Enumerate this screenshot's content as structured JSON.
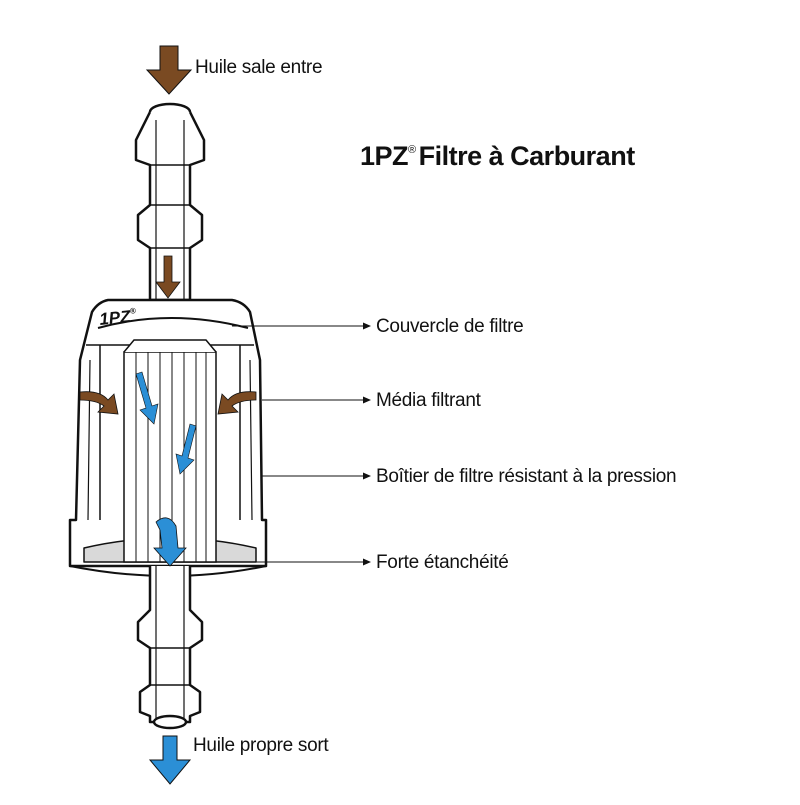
{
  "title": {
    "brand": "1PZ",
    "mark": "®",
    "text": "Filtre à Carburant"
  },
  "logo": {
    "text": "1PZ",
    "mark": "®"
  },
  "labels": {
    "inlet": "Huile sale entre",
    "outlet": "Huile propre sort",
    "cover": "Couvercle de filtre",
    "media": "Média filtrant",
    "housing": "Boîtier de filtre résistant à la pression",
    "seal": "Forte étanchéité"
  },
  "colors": {
    "dirty_oil": "#7a4a22",
    "clean_oil": "#2b8fd6",
    "outline": "#111111",
    "body_fill": "#ffffff",
    "seal_fill": "#d9d9d9"
  }
}
